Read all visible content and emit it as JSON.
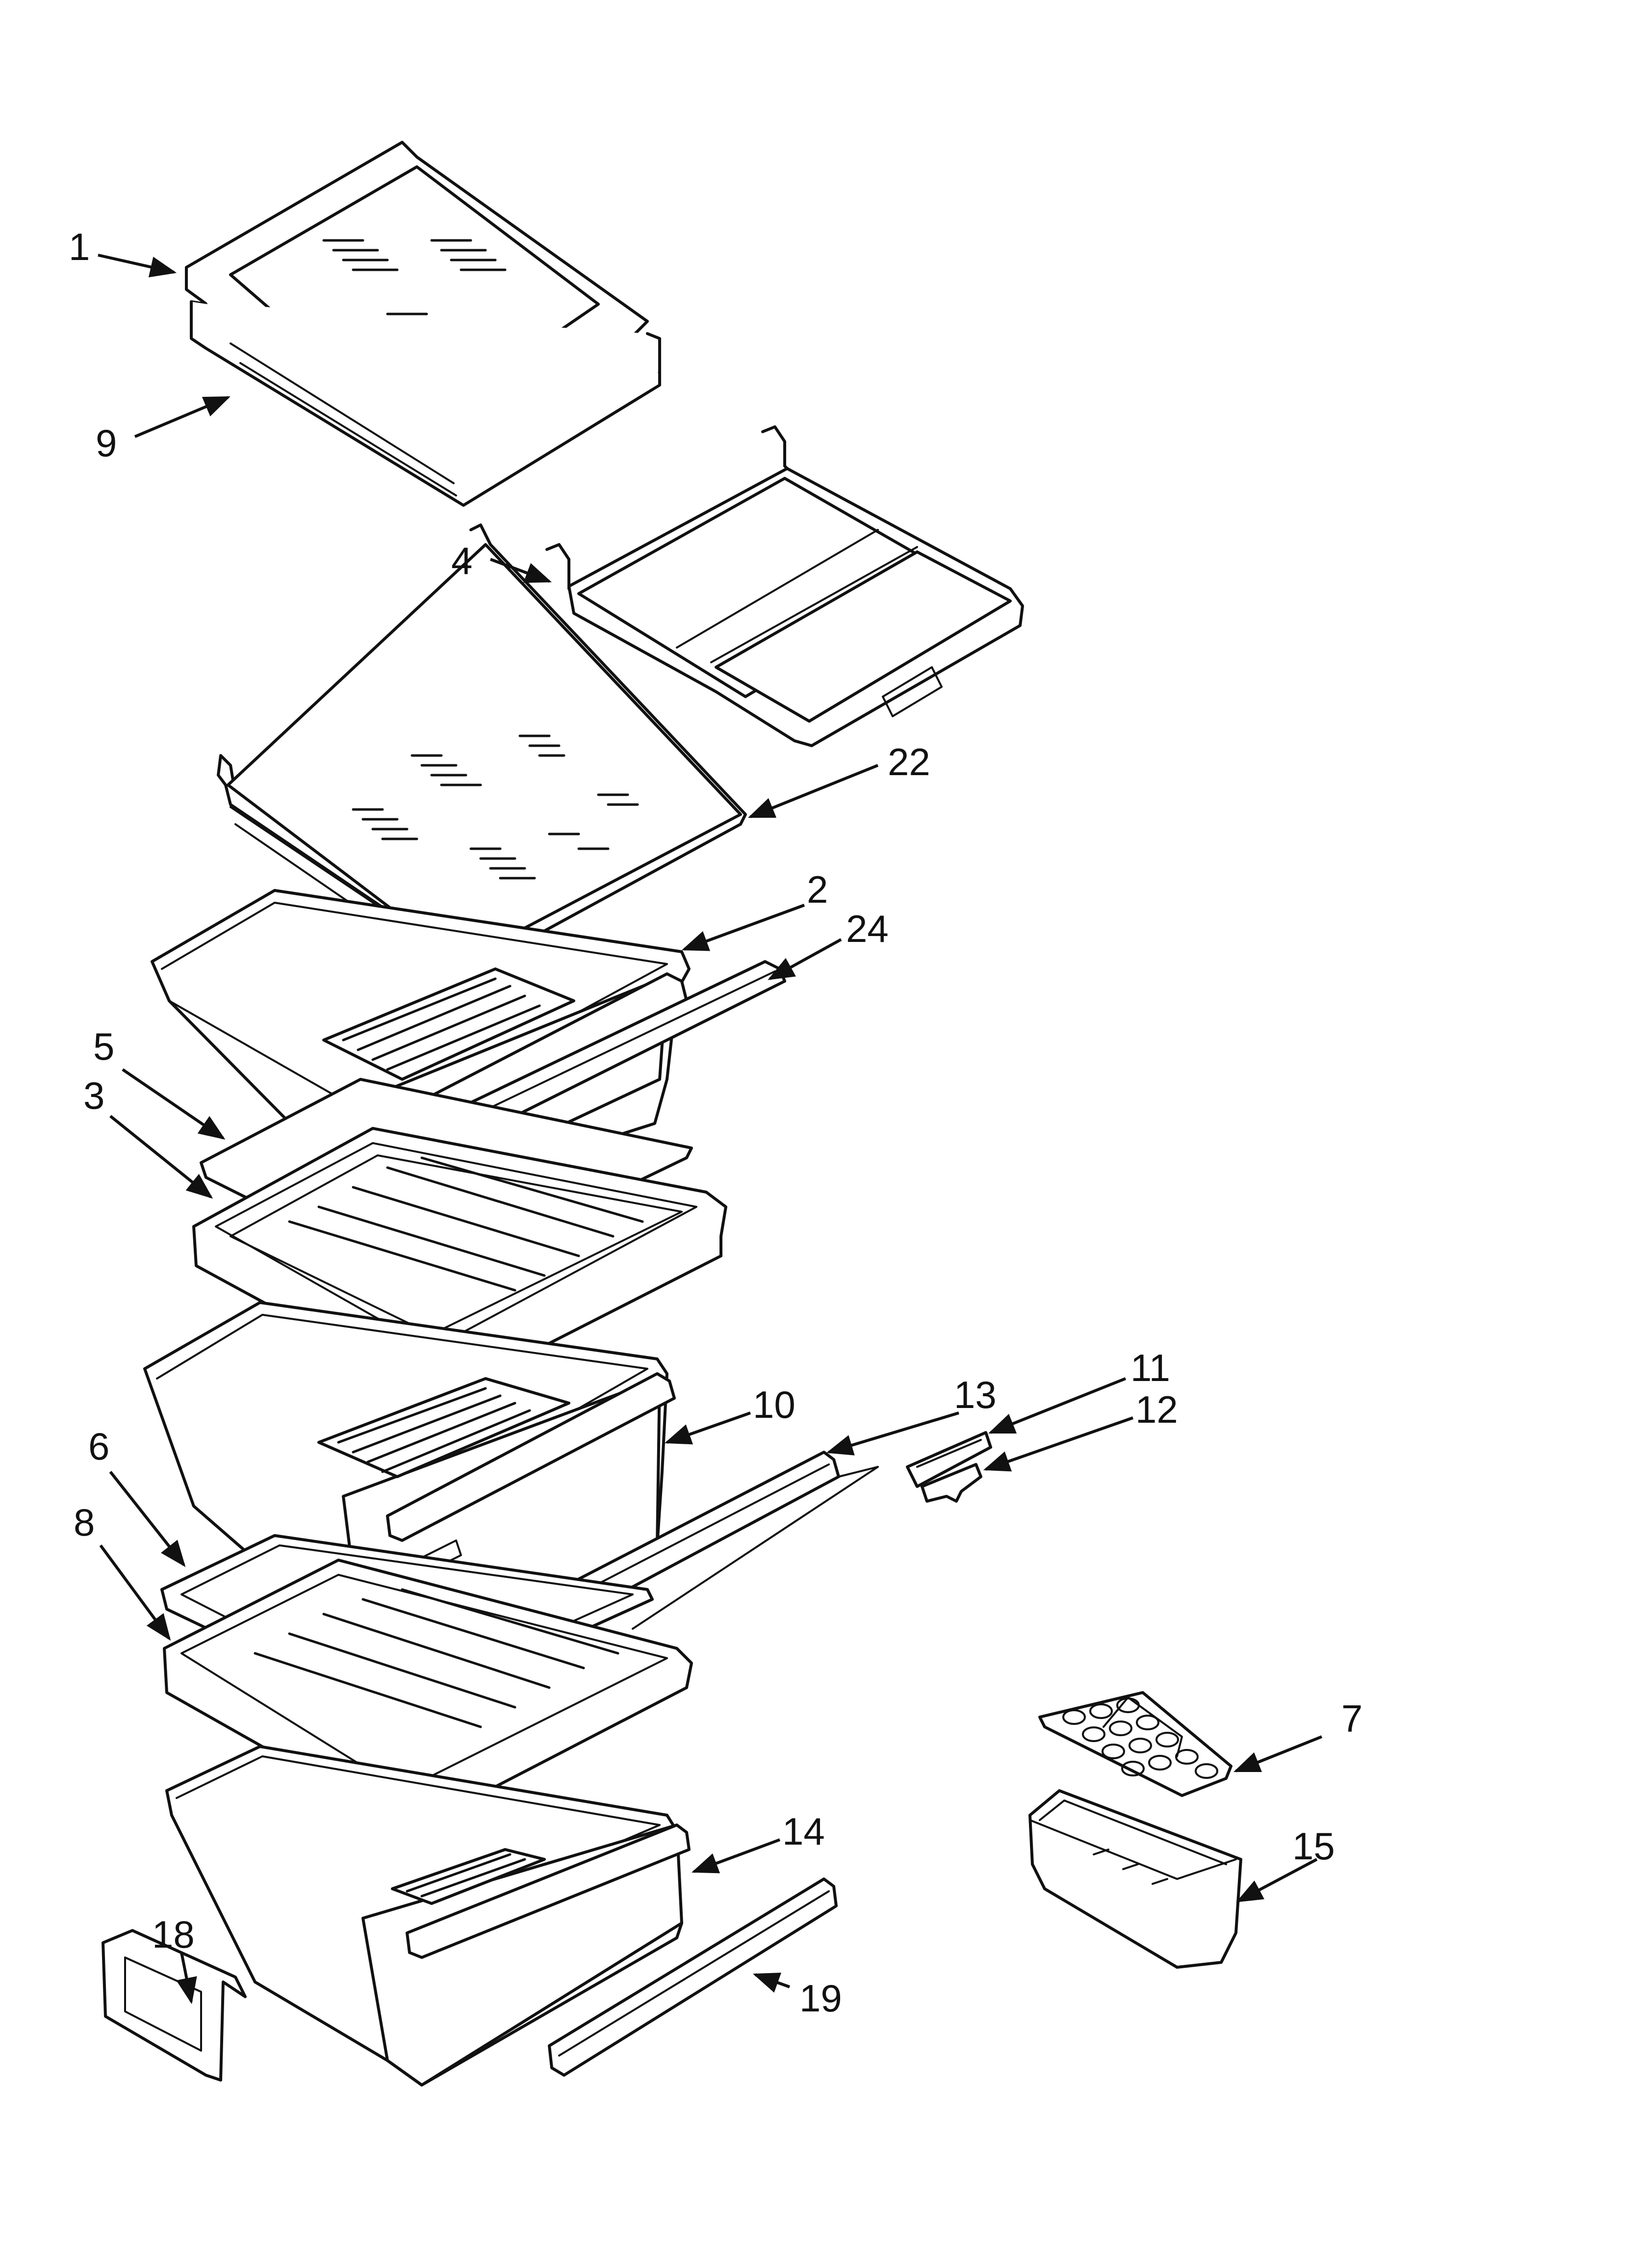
{
  "callouts": [
    {
      "id": "1",
      "label": "1"
    },
    {
      "id": "9",
      "label": "9"
    },
    {
      "id": "4",
      "label": "4"
    },
    {
      "id": "22",
      "label": "22"
    },
    {
      "id": "2",
      "label": "2"
    },
    {
      "id": "24",
      "label": "24"
    },
    {
      "id": "5",
      "label": "5"
    },
    {
      "id": "3",
      "label": "3"
    },
    {
      "id": "10",
      "label": "10"
    },
    {
      "id": "13",
      "label": "13"
    },
    {
      "id": "11",
      "label": "11"
    },
    {
      "id": "12",
      "label": "12"
    },
    {
      "id": "6",
      "label": "6"
    },
    {
      "id": "8",
      "label": "8"
    },
    {
      "id": "7",
      "label": "7"
    },
    {
      "id": "15",
      "label": "15"
    },
    {
      "id": "14",
      "label": "14"
    },
    {
      "id": "18",
      "label": "18"
    },
    {
      "id": "19",
      "label": "19"
    }
  ],
  "colors": {
    "line": "#111111",
    "background": "#ffffff"
  }
}
